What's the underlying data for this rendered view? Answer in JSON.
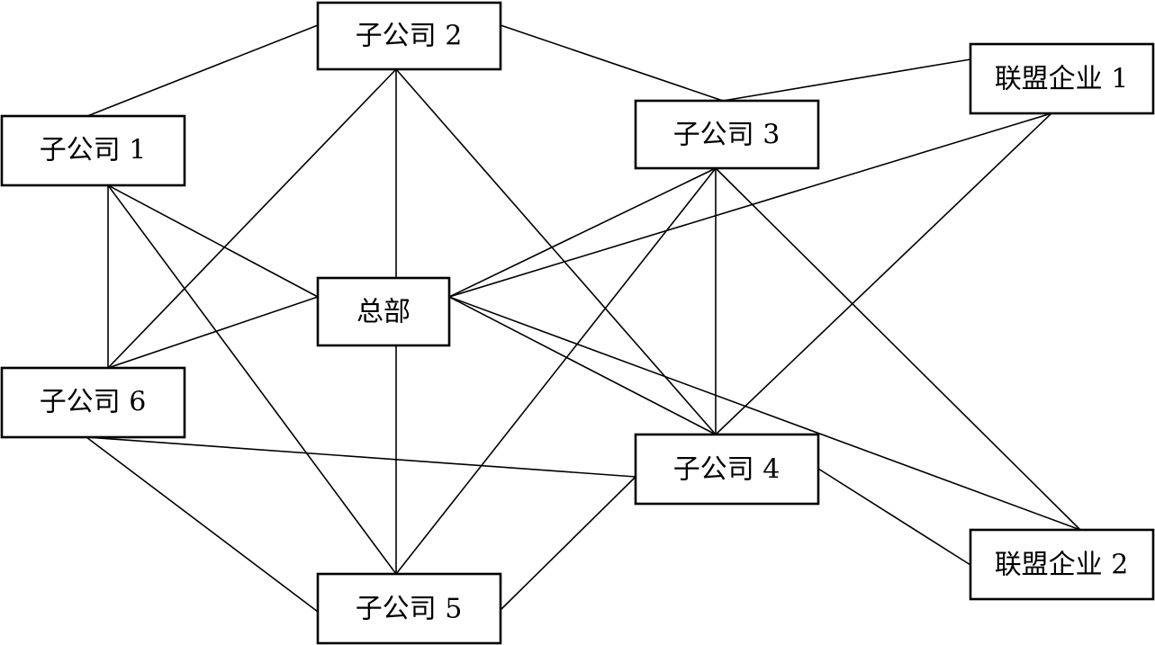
{
  "nodes": {
    "hq": "总部",
    "sub1": "子公司 1",
    "sub2": "子公司 2",
    "sub3": "子公司 3",
    "sub4": "子公司 4",
    "sub5": "子公司 5",
    "sub6": "子公司 6",
    "ally1": "联盟企业 1",
    "ally2": "联盟企业 2"
  },
  "edges": [
    [
      "sub1",
      "sub2"
    ],
    [
      "sub2",
      "sub3"
    ],
    [
      "sub3",
      "ally1"
    ],
    [
      "sub1",
      "sub6"
    ],
    [
      "sub1",
      "hq"
    ],
    [
      "sub1",
      "sub5"
    ],
    [
      "sub2",
      "sub6"
    ],
    [
      "sub2",
      "hq"
    ],
    [
      "sub2",
      "sub4"
    ],
    [
      "sub6",
      "hq"
    ],
    [
      "sub6",
      "sub4"
    ],
    [
      "sub6",
      "sub5"
    ],
    [
      "hq",
      "sub3"
    ],
    [
      "hq",
      "ally1"
    ],
    [
      "hq",
      "sub4"
    ],
    [
      "hq",
      "ally2"
    ],
    [
      "hq",
      "sub5"
    ],
    [
      "sub3",
      "sub4"
    ],
    [
      "sub3",
      "sub5"
    ],
    [
      "sub3",
      "ally2"
    ],
    [
      "ally1",
      "sub4"
    ],
    [
      "sub4",
      "sub5"
    ],
    [
      "sub4",
      "ally2"
    ]
  ]
}
